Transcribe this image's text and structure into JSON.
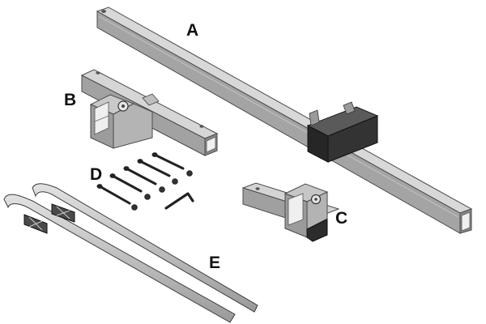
{
  "figure": {
    "labels": {
      "a": "A",
      "b": "B",
      "c": "C",
      "d": "D",
      "e": "E"
    }
  },
  "colors": {
    "background": "#ffffff",
    "steel_top": "#d6d6d6",
    "steel_side": "#a9a9a9",
    "steel_front": "#8d8d8d",
    "steel_edge": "#4a4a4a",
    "clamp_dark": "#2e2e2e",
    "hardware": "#222222",
    "label": "#111111"
  }
}
